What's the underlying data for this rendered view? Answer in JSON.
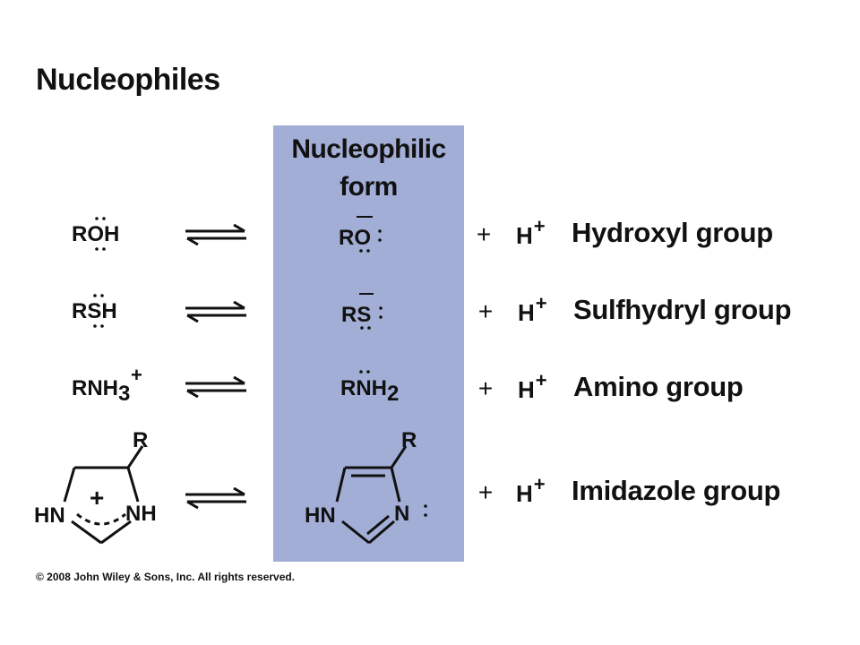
{
  "title": "Nucleophiles",
  "column_header": {
    "line1": "Nucleophilic",
    "line2": "form"
  },
  "plus_sign": "+",
  "proton": {
    "symbol": "H",
    "charge": "+"
  },
  "rows": [
    {
      "reactant": "ROH",
      "product": "RO",
      "group": "Hydroxyl group"
    },
    {
      "reactant": "RSH",
      "product": "RS",
      "group": "Sulfhydryl group"
    },
    {
      "reactant_main": "RNH",
      "reactant_sub": "3",
      "reactant_charge": "+",
      "product_main": "RNH",
      "product_sub": "2",
      "group": "Amino group"
    },
    {
      "reactant_substituent": "R",
      "reactant_left_nh": "HN",
      "reactant_right_nh": "NH",
      "reactant_charge": "+",
      "product_substituent": "R",
      "product_left_nh": "HN",
      "product_right_n": "N",
      "group": "Imidazole group"
    }
  ],
  "copyright": "© 2008 John Wiley & Sons, Inc. All rights reserved."
}
